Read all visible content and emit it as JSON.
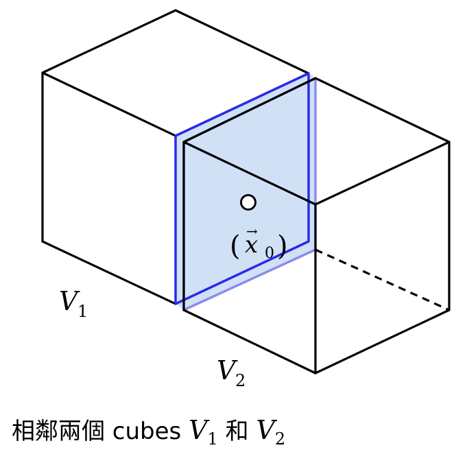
{
  "diagram": {
    "labels": {
      "cube1": {
        "name": "V",
        "subscript": "1"
      },
      "cube2": {
        "name": "V",
        "subscript": "2"
      },
      "point": {
        "open_paren": "(",
        "vector": "x",
        "arrow": "→",
        "subscript": "0",
        "close_paren": ")"
      }
    },
    "colors": {
      "edges": "#000000",
      "shared_face_fill": "#c8dcf5",
      "face_outline_v1": "#2a2ae6",
      "face_outline_v2": "#7a7ae8"
    }
  },
  "caption": {
    "prefix": "相鄰兩個 cubes",
    "v1_name": "V",
    "v1_sub": "1",
    "connector": "和",
    "v2_name": "V",
    "v2_sub": "2"
  }
}
